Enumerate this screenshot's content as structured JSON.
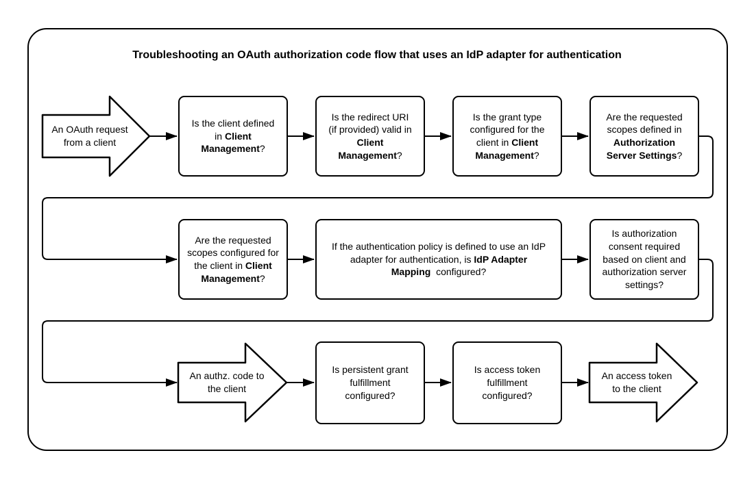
{
  "title": "Troubleshooting an OAuth authorization code flow that uses an IdP adapter for authentication",
  "colors": {
    "stroke": "#000000",
    "background": "#ffffff"
  },
  "nodes": {
    "start": {
      "shape": "block-arrow-right",
      "segments": [
        {
          "text": "An OAuth request\nfrom a client",
          "bold": false
        }
      ]
    },
    "q1": {
      "shape": "process-box",
      "segments": [
        {
          "text": "Is the client defined\nin ",
          "bold": false
        },
        {
          "text": "Client\nManagement",
          "bold": true
        },
        {
          "text": "?",
          "bold": false
        }
      ]
    },
    "q2": {
      "shape": "process-box",
      "segments": [
        {
          "text": "Is the redirect URI\n(if provided) valid in\n",
          "bold": false
        },
        {
          "text": "Client\nManagement",
          "bold": true
        },
        {
          "text": "?",
          "bold": false
        }
      ]
    },
    "q3": {
      "shape": "process-box",
      "segments": [
        {
          "text": "Is the grant type\nconfigured for the\nclient in ",
          "bold": false
        },
        {
          "text": "Client\nManagement",
          "bold": true
        },
        {
          "text": "?",
          "bold": false
        }
      ]
    },
    "q4": {
      "shape": "process-box",
      "segments": [
        {
          "text": "Are the requested\nscopes defined in\n",
          "bold": false
        },
        {
          "text": "Authorization\nServer Settings",
          "bold": true
        },
        {
          "text": "?",
          "bold": false
        }
      ]
    },
    "q5": {
      "shape": "process-box",
      "segments": [
        {
          "text": "Are the requested\nscopes configured for\nthe client in ",
          "bold": false
        },
        {
          "text": "Client\nManagement",
          "bold": true
        },
        {
          "text": "?",
          "bold": false
        }
      ]
    },
    "q6": {
      "shape": "process-box-wide",
      "segments": [
        {
          "text": "If the authentication policy is defined to use an IdP\nadapter for authentication, is ",
          "bold": false
        },
        {
          "text": "IdP Adapter\nMapping",
          "bold": true
        },
        {
          "text": "  configured?",
          "bold": false
        }
      ]
    },
    "q7": {
      "shape": "process-box",
      "segments": [
        {
          "text": "Is authorization\nconsent required\nbased on client and\nauthorization server\nsettings?",
          "bold": false
        }
      ]
    },
    "authz": {
      "shape": "block-arrow-right",
      "segments": [
        {
          "text": "An authz. code to\nthe client",
          "bold": false
        }
      ]
    },
    "q8": {
      "shape": "process-box",
      "segments": [
        {
          "text": "Is persistent grant\nfulfillment\nconfigured?",
          "bold": false
        }
      ]
    },
    "q9": {
      "shape": "process-box",
      "segments": [
        {
          "text": "Is access token\nfulfillment\nconfigured?",
          "bold": false
        }
      ]
    },
    "token": {
      "shape": "block-arrow-right",
      "segments": [
        {
          "text": "An access token\nto the client",
          "bold": false
        }
      ]
    }
  }
}
